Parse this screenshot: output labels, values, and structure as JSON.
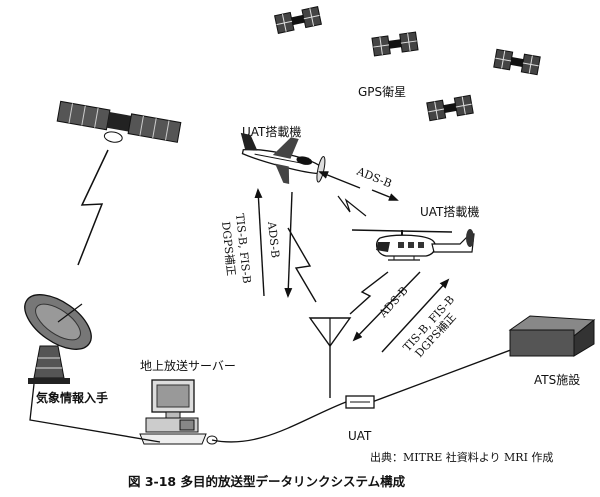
{
  "labels": {
    "gps_satellites": "GPS衛星",
    "uat_aircraft_plane": "UAT搭載機",
    "uat_aircraft_heli": "UAT搭載機",
    "ads_b_top": "ADS-B",
    "ads_b_left": "ADS-B",
    "tis_fis_left": "TIS-B, FIS-B",
    "dgps_left": "DGPS補正",
    "ads_b_right": "ADS-B",
    "tis_fis_right": "TIS-B, FIS-B",
    "dgps_right": "DGPS補正",
    "weather_station": "気象情報入手",
    "ground_server": "地上放送サーバー",
    "ats_facility": "ATS施設",
    "uat": "UAT"
  },
  "source": "出典：MITRE 社資料より MRI 作成",
  "caption": "図 3-18  多目的放送型データリンクシステム構成",
  "icons": [
    "satellite-icon",
    "airplane-icon",
    "helicopter-icon",
    "antenna-icon",
    "dish-icon",
    "computer-icon",
    "building-icon"
  ]
}
